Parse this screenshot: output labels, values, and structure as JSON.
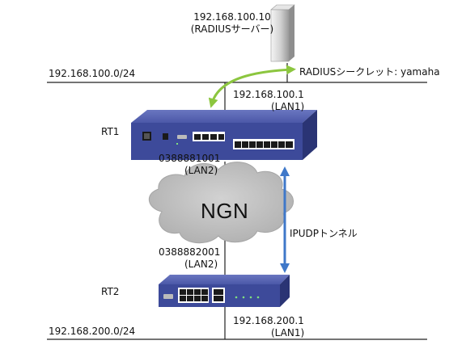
{
  "server": {
    "ip": "192.168.100.10",
    "name": "(RADIUSサーバー)",
    "secret": "RADIUSシークレット: yamaha"
  },
  "network_top": "192.168.100.0/24",
  "network_bottom": "192.168.200.0/24",
  "rt1": {
    "name": "RT1",
    "lan_ip": "192.168.100.1",
    "lan_if": "(LAN1)",
    "wan_number": "0388881001",
    "wan_if": "(LAN2)"
  },
  "rt2": {
    "name": "RT2",
    "lan_ip": "192.168.200.1",
    "lan_if": "(LAN1)",
    "wan_number": "0388882001",
    "wan_if": "(LAN2)"
  },
  "cloud": {
    "label": "NGN"
  },
  "tunnel": {
    "label": "IPUDPトンネル"
  },
  "colors": {
    "router": "#3d4a9a",
    "router_dark": "#252f6e",
    "green_arrow": "#8cc63f",
    "blue_arrow": "#3f78c9",
    "cloud": "#bfbfbf"
  }
}
